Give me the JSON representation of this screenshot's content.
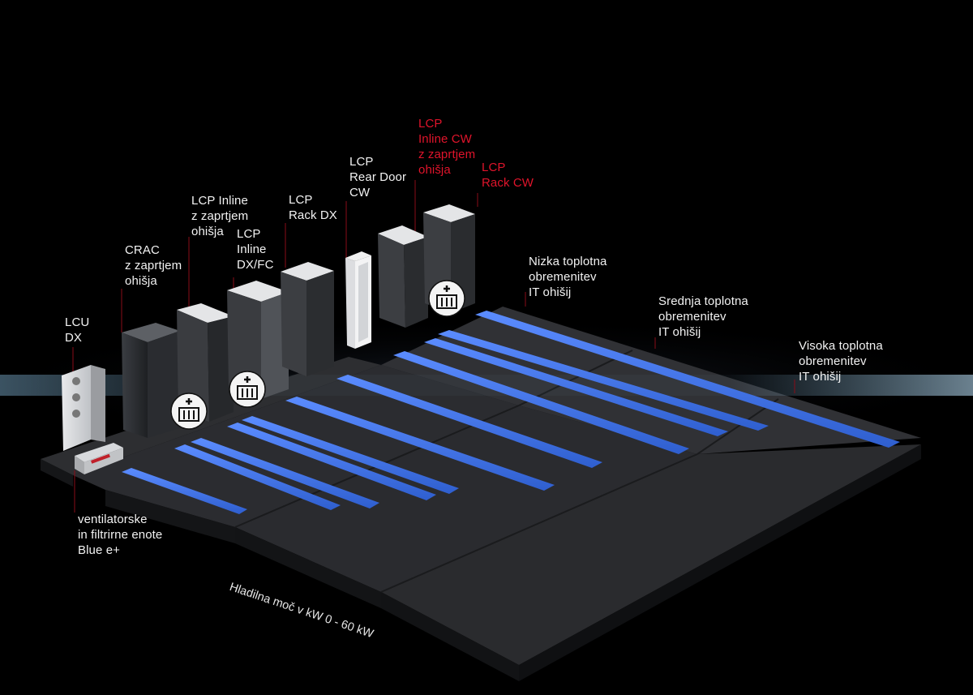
{
  "colors": {
    "background": "#000000",
    "platform": "#2b2c2f",
    "platform_edge": "#141517",
    "cooling_strip": "#3f72e6",
    "label_white": "#f2f2f2",
    "label_red": "#e0142b"
  },
  "units": [
    {
      "id": "lcu-dx",
      "label": "LCU\nDX",
      "color": "white"
    },
    {
      "id": "crac",
      "label": "CRAC\nz zaprtjem\nohišja",
      "color": "white"
    },
    {
      "id": "lcp-inline-containment",
      "label": "LCP Inline\nz zaprtjem\nohišja",
      "color": "white"
    },
    {
      "id": "lcp-inline-dxfc",
      "label": "LCP\nInline\nDX/FC",
      "color": "white"
    },
    {
      "id": "lcp-rack-dx",
      "label": "LCP\nRack DX",
      "color": "white"
    },
    {
      "id": "lcp-rear-door-cw",
      "label": "LCP\nRear Door\nCW",
      "color": "white"
    },
    {
      "id": "lcp-inline-cw-containment",
      "label": "LCP\nInline CW\nz zaprtjem\nohišja",
      "color": "red"
    },
    {
      "id": "lcp-rack-cw",
      "label": "LCP\nRack CW",
      "color": "red"
    }
  ],
  "zones": [
    {
      "id": "low",
      "label": "Nizka toplotna\nobremenitev\nIT ohišij"
    },
    {
      "id": "medium",
      "label": "Srednja toplotna\nobremenitev\nIT ohišij"
    },
    {
      "id": "high",
      "label": "Visoka toplotna\nobremenitev\nIT ohišij"
    }
  ],
  "fan_filter": {
    "label": "ventilatorske\nin filtrirne enote\nBlue e+"
  },
  "axis": {
    "label": "Hladilna moč v kW 0 - 60 kW"
  }
}
